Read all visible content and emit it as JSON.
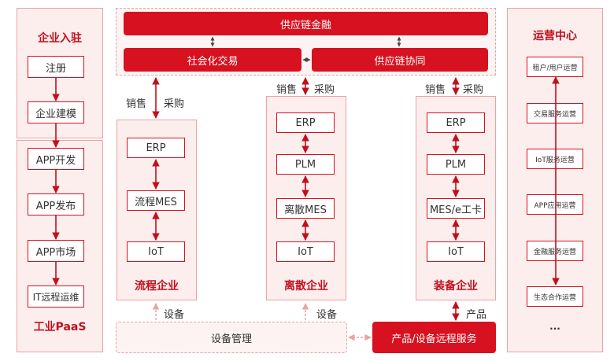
{
  "top": {
    "finance": "供应链金融",
    "social_trade": "社会化交易",
    "collab": "供应链协同"
  },
  "left": {
    "onboard_title": "企业入驻",
    "onboard_items": [
      "注册",
      "企业建模"
    ],
    "paas_items": [
      "APP开发",
      "APP发布",
      "APP市场",
      "IT远程运维"
    ],
    "paas_title": "工业PaaS"
  },
  "labels": {
    "sales": "销售",
    "purchase": "采购",
    "equipment": "设备",
    "product": "产品"
  },
  "process": {
    "items": [
      "ERP",
      "流程MES",
      "IoT"
    ],
    "title": "流程企业"
  },
  "discrete": {
    "items": [
      "ERP",
      "PLM",
      "离散MES",
      "IoT"
    ],
    "title": "离散企业"
  },
  "equip": {
    "items": [
      "ERP",
      "PLM",
      "MES/e工卡",
      "IoT"
    ],
    "title": "装备企业"
  },
  "bottom": {
    "device_mgmt": "设备管理",
    "remote_service": "产品/设备远程服务"
  },
  "ops": {
    "title": "运营中心",
    "items": [
      "租户/用户运营",
      "交易服务运营",
      "IoT服务运营",
      "APP应用运营",
      "金融服务运营",
      "生态合作运营"
    ],
    "more": "..."
  },
  "colors": {
    "accent": "#d7111f",
    "panel": "#fdeeee",
    "border": "#e8a3a3"
  }
}
